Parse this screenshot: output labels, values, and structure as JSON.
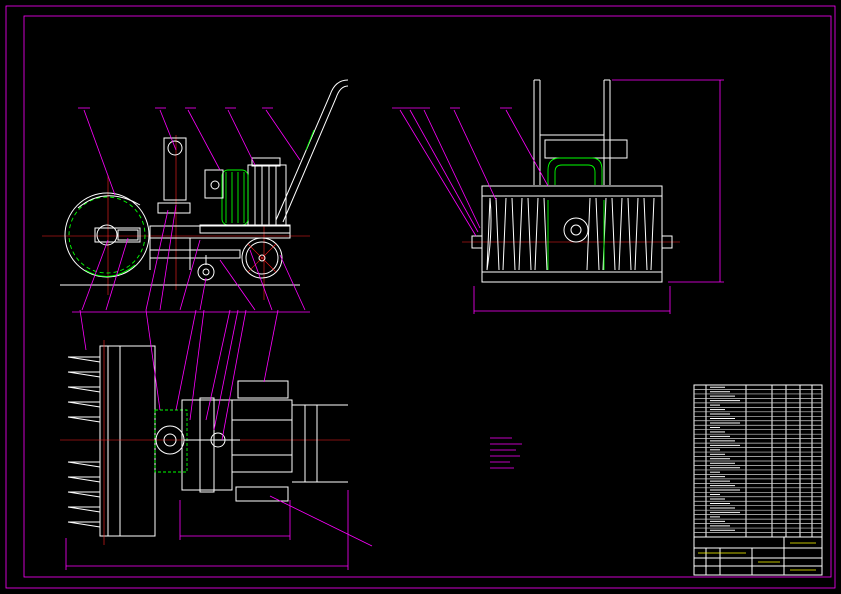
{
  "drawing": {
    "frame_color": "#ff00ff",
    "outline_color": "#ffffff",
    "centerline_color": "#ff2020",
    "highlight_color": "#00ff00",
    "background": "#000000"
  },
  "views": [
    {
      "id": "side-view",
      "label": ""
    },
    {
      "id": "front-view",
      "label": ""
    },
    {
      "id": "top-view",
      "label": ""
    }
  ],
  "title_block": {
    "drawing_name": "",
    "drawing_number": ""
  }
}
